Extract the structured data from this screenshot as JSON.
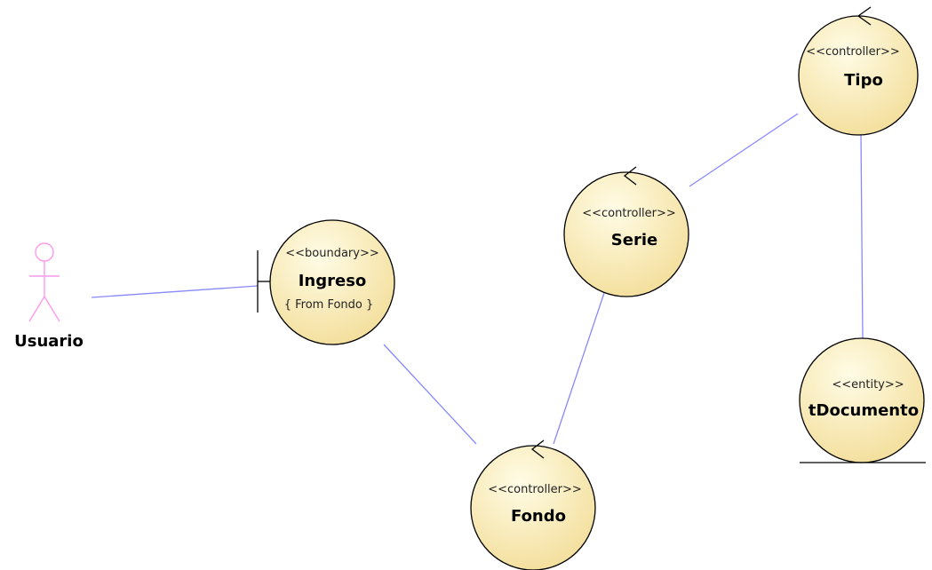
{
  "actor": {
    "label": "Usuario"
  },
  "boundary": {
    "stereotype": "<<boundary>>",
    "name": "Ingreso",
    "constraint": "{ From Fondo }"
  },
  "controllers": {
    "tipo": {
      "stereotype": "<<controller>>",
      "name": "Tipo"
    },
    "serie": {
      "stereotype": "<<controller>>",
      "name": "Serie"
    },
    "fondo": {
      "stereotype": "<<controller>>",
      "name": "Fondo"
    }
  },
  "entity": {
    "stereotype": "<<entity>>",
    "name": "tDocumento"
  },
  "colors": {
    "fill_light": "#fffce6",
    "fill_dark": "#f3de9a",
    "outline": "#000000",
    "association": "#8888ff",
    "actor": "#ff99ee"
  },
  "icons": {
    "actor": "stick-figure-icon",
    "boundary": "boundary-icon",
    "controller": "controller-arrow-icon",
    "entity": "entity-underline-icon"
  }
}
